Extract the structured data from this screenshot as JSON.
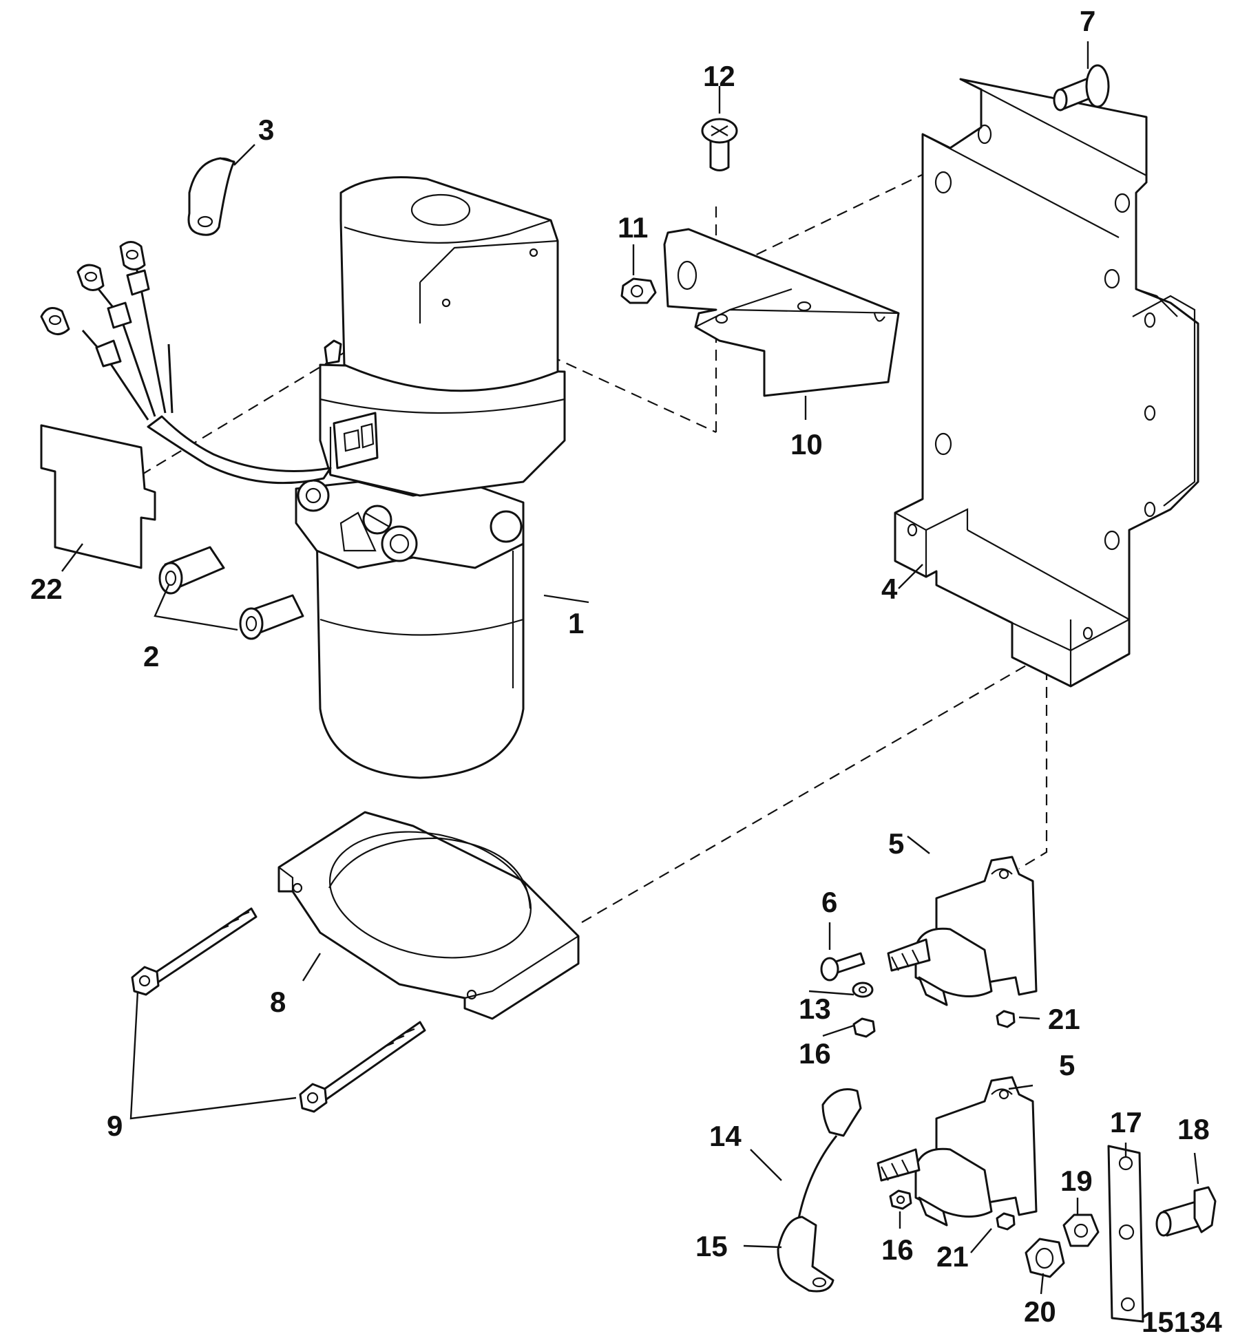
{
  "figure": {
    "number": "15134"
  },
  "callouts": [
    {
      "id": "c1",
      "label": "1"
    },
    {
      "id": "c2",
      "label": "2"
    },
    {
      "id": "c3",
      "label": "3"
    },
    {
      "id": "c4",
      "label": "4"
    },
    {
      "id": "c5a",
      "label": "5"
    },
    {
      "id": "c5b",
      "label": "5"
    },
    {
      "id": "c6",
      "label": "6"
    },
    {
      "id": "c7",
      "label": "7"
    },
    {
      "id": "c8",
      "label": "8"
    },
    {
      "id": "c9",
      "label": "9"
    },
    {
      "id": "c10",
      "label": "10"
    },
    {
      "id": "c11",
      "label": "11"
    },
    {
      "id": "c12",
      "label": "12"
    },
    {
      "id": "c13",
      "label": "13"
    },
    {
      "id": "c14",
      "label": "14"
    },
    {
      "id": "c15",
      "label": "15"
    },
    {
      "id": "c16a",
      "label": "16"
    },
    {
      "id": "c16b",
      "label": "16"
    },
    {
      "id": "c17",
      "label": "17"
    },
    {
      "id": "c18",
      "label": "18"
    },
    {
      "id": "c19",
      "label": "19"
    },
    {
      "id": "c20",
      "label": "20"
    },
    {
      "id": "c21a",
      "label": "21"
    },
    {
      "id": "c21b",
      "label": "21"
    },
    {
      "id": "c22",
      "label": "22"
    }
  ]
}
